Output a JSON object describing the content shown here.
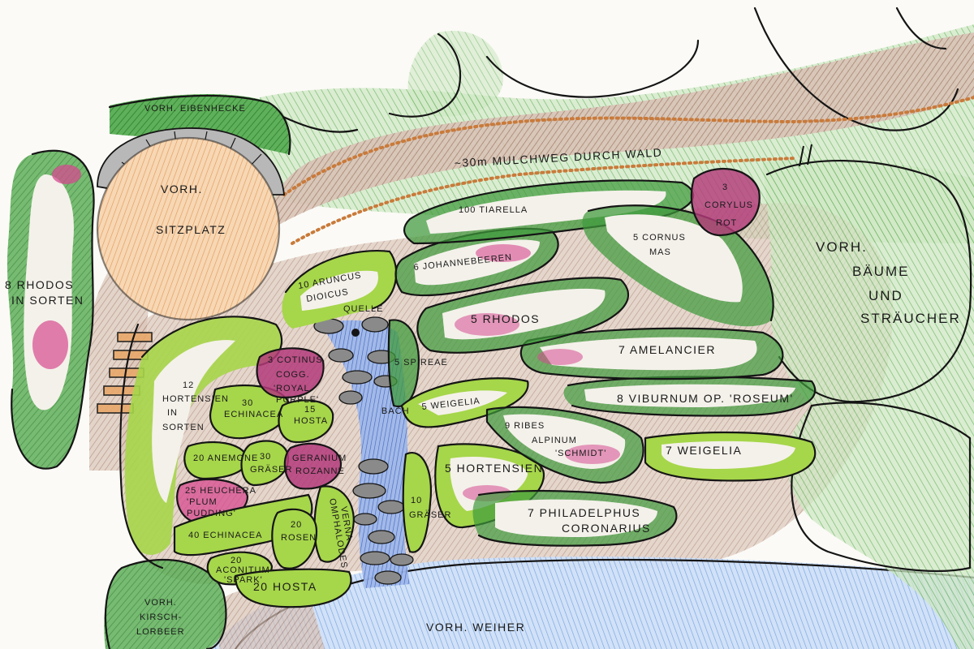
{
  "colors": {
    "paper": "#fbfaf6",
    "forest": "#3f9a3c",
    "forest_light": "#8fc98a",
    "lime": "#a6d64a",
    "pink": "#d54a8f",
    "magenta": "#b33a7a",
    "path_brown": "#b08878",
    "stream_blue": "#5a7fd0",
    "pond_blue": "#6f9fe0",
    "sand": "#e8a86a",
    "stone": "#8a8a8a"
  },
  "labels": {
    "hedge": "VORH. EIBENHECKE",
    "sitzplatz_1": "VORH.",
    "sitzplatz_2": "SITZPLATZ",
    "rhodos_left_1": "8 RHODOS",
    "rhodos_left_2": "IN SORTEN",
    "mulchweg": "~30m MULCHWEG DURCH WALD",
    "tiarella": "100 TIARELLA",
    "corylus_1": "3",
    "corylus_2": "CORYLUS",
    "corylus_3": "ROT",
    "cornus_1": "5 CORNUS",
    "cornus_2": "MAS",
    "trees_1": "VORH.",
    "trees_2": "BÄUME",
    "trees_3": "UND",
    "trees_4": "STRÄUCHER",
    "johannes": "6 JOHANNEBEEREN",
    "aruncus_1": "10 ARUNCUS",
    "aruncus_2": "DIOICUS",
    "quelle": "QUELLE",
    "rhodos_mid": "5 RHODOS",
    "amelancier": "7 AMELANCIER",
    "spirea": "5 SPIREAE",
    "cotinus_1": "3 COTINUS",
    "cotinus_2": "COGG.",
    "royal_1": "'ROYAL",
    "royal_2": "PURPLE'",
    "hosta15_1": "15",
    "hosta15_2": "HOSTA",
    "bach": "BACH",
    "weigelia5": "5 WEIGELIA",
    "viburnum": "8 VIBURNUM OP. 'ROSEUM'",
    "hortensien12_1": "12",
    "hortensien12_2": "HORTENSIEN",
    "hortensien12_3": "IN",
    "hortensien12_4": "SORTEN",
    "echinacea30_1": "30",
    "echinacea30_2": "ECHINACEA",
    "ribes_1": "9 RIBES",
    "ribes_2": "ALPINUM",
    "ribes_3": "'SCHMIDT'",
    "weigelia7": "7 WEIGELIA",
    "anemone": "20 ANEMONE",
    "graeser30_1": "30",
    "graeser30_2": "GRÄSER",
    "geranium_1": "GERANIUM",
    "geranium_2": "ROZANNE",
    "heuchera_1": "25 HEUCHERA",
    "heuchera_2": "'PLUM",
    "heuchera_3": "PUDDING'",
    "omphalodes_1": "OMPHALODES",
    "omphalodes_2": "VERNA",
    "hortensien5": "5 HORTENSIEN",
    "graeser10_1": "10",
    "graeser10_2": "GRÄSER",
    "philadelphus_1": "7 PHILADELPHUS",
    "philadelphus_2": "CORONARIUS",
    "echinacea40": "40 ECHINACEA",
    "rosen_1": "20",
    "rosen_2": "ROSEN",
    "aconitum_1": "20",
    "aconitum_2": "ACONITUM",
    "aconitum_3": "'SPARK'",
    "hosta20": "20 HOSTA",
    "kirsch_1": "VORH.",
    "kirsch_2": "KIRSCH-",
    "kirsch_3": "LORBEER",
    "weiher": "VORH. WEIHER"
  }
}
